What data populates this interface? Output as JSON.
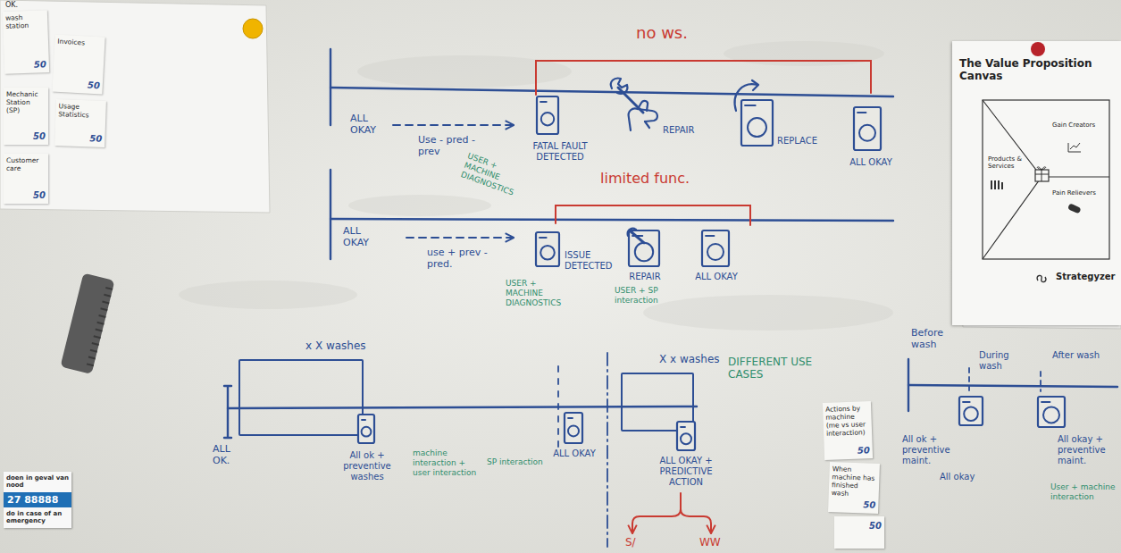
{
  "diagram": {
    "nodes": [
      {
        "text": [
          "wash station",
          "50"
        ]
      },
      {
        "text": [
          "Invoices",
          "50"
        ]
      },
      {
        "text": [
          "Mechanic Station (SP)",
          "50"
        ]
      },
      {
        "text": [
          "Usage Statistics",
          "50"
        ]
      },
      {
        "text": [
          "Customer care",
          "50"
        ]
      },
      {
        "text": [
          "doen in geval van nood",
          "27 88888",
          "do in case of an emergency"
        ]
      },
      {
        "text": [
          "FATAL FAULT DETECTED"
        ]
      },
      {
        "text": [
          "REPAIR"
        ]
      },
      {
        "text": [
          "REPLACE"
        ]
      },
      {
        "text": [
          "ALL OKAY"
        ]
      },
      {
        "text": [
          "ISSUE DETECTED"
        ]
      },
      {
        "text": [
          "REPAIR"
        ]
      },
      {
        "text": [
          "ALL OKAY"
        ]
      },
      {
        "text": [
          "x X washes"
        ]
      },
      {
        "text": [
          "All ok + preventive washes"
        ]
      },
      {
        "text": [
          "ALL OKAY"
        ]
      },
      {
        "text": [
          "X x washes"
        ]
      },
      {
        "text": [
          "ALL OKAY + PREDICTIVE ACTION"
        ]
      },
      {
        "text": [
          "All ok + preventive maint."
        ]
      },
      {
        "text": [
          "All okay + preventive maint."
        ]
      },
      {
        "text": [
          "Actions by machine (me vs user interaction)",
          "50"
        ]
      },
      {
        "text": [
          "When machine has finished wash",
          "50"
        ]
      },
      {
        "text": [
          "50"
        ]
      },
      {
        "text": [
          "The Value Proposition Canvas",
          "Gain Creators",
          "Products & Services",
          "Pain Relievers",
          "Strategyzer"
        ]
      }
    ],
    "labels": [
      "OK.",
      "no ws.",
      "ALL OKAY",
      "Use - pred - prev",
      "USER + MACHINE DIAGNOSTICS",
      "limited func.",
      "ALL OKAY",
      "use + prev - pred.",
      "USER + MACHINE DIAGNOSTICS",
      "USER + SP interaction",
      "ALL OK.",
      "machine interaction + user interaction",
      "SP interaction",
      "DIFFERENT USE CASES",
      "S/",
      "WW",
      "Before wash",
      "During wash",
      "After wash",
      "All okay",
      "User + machine interaction"
    ]
  }
}
